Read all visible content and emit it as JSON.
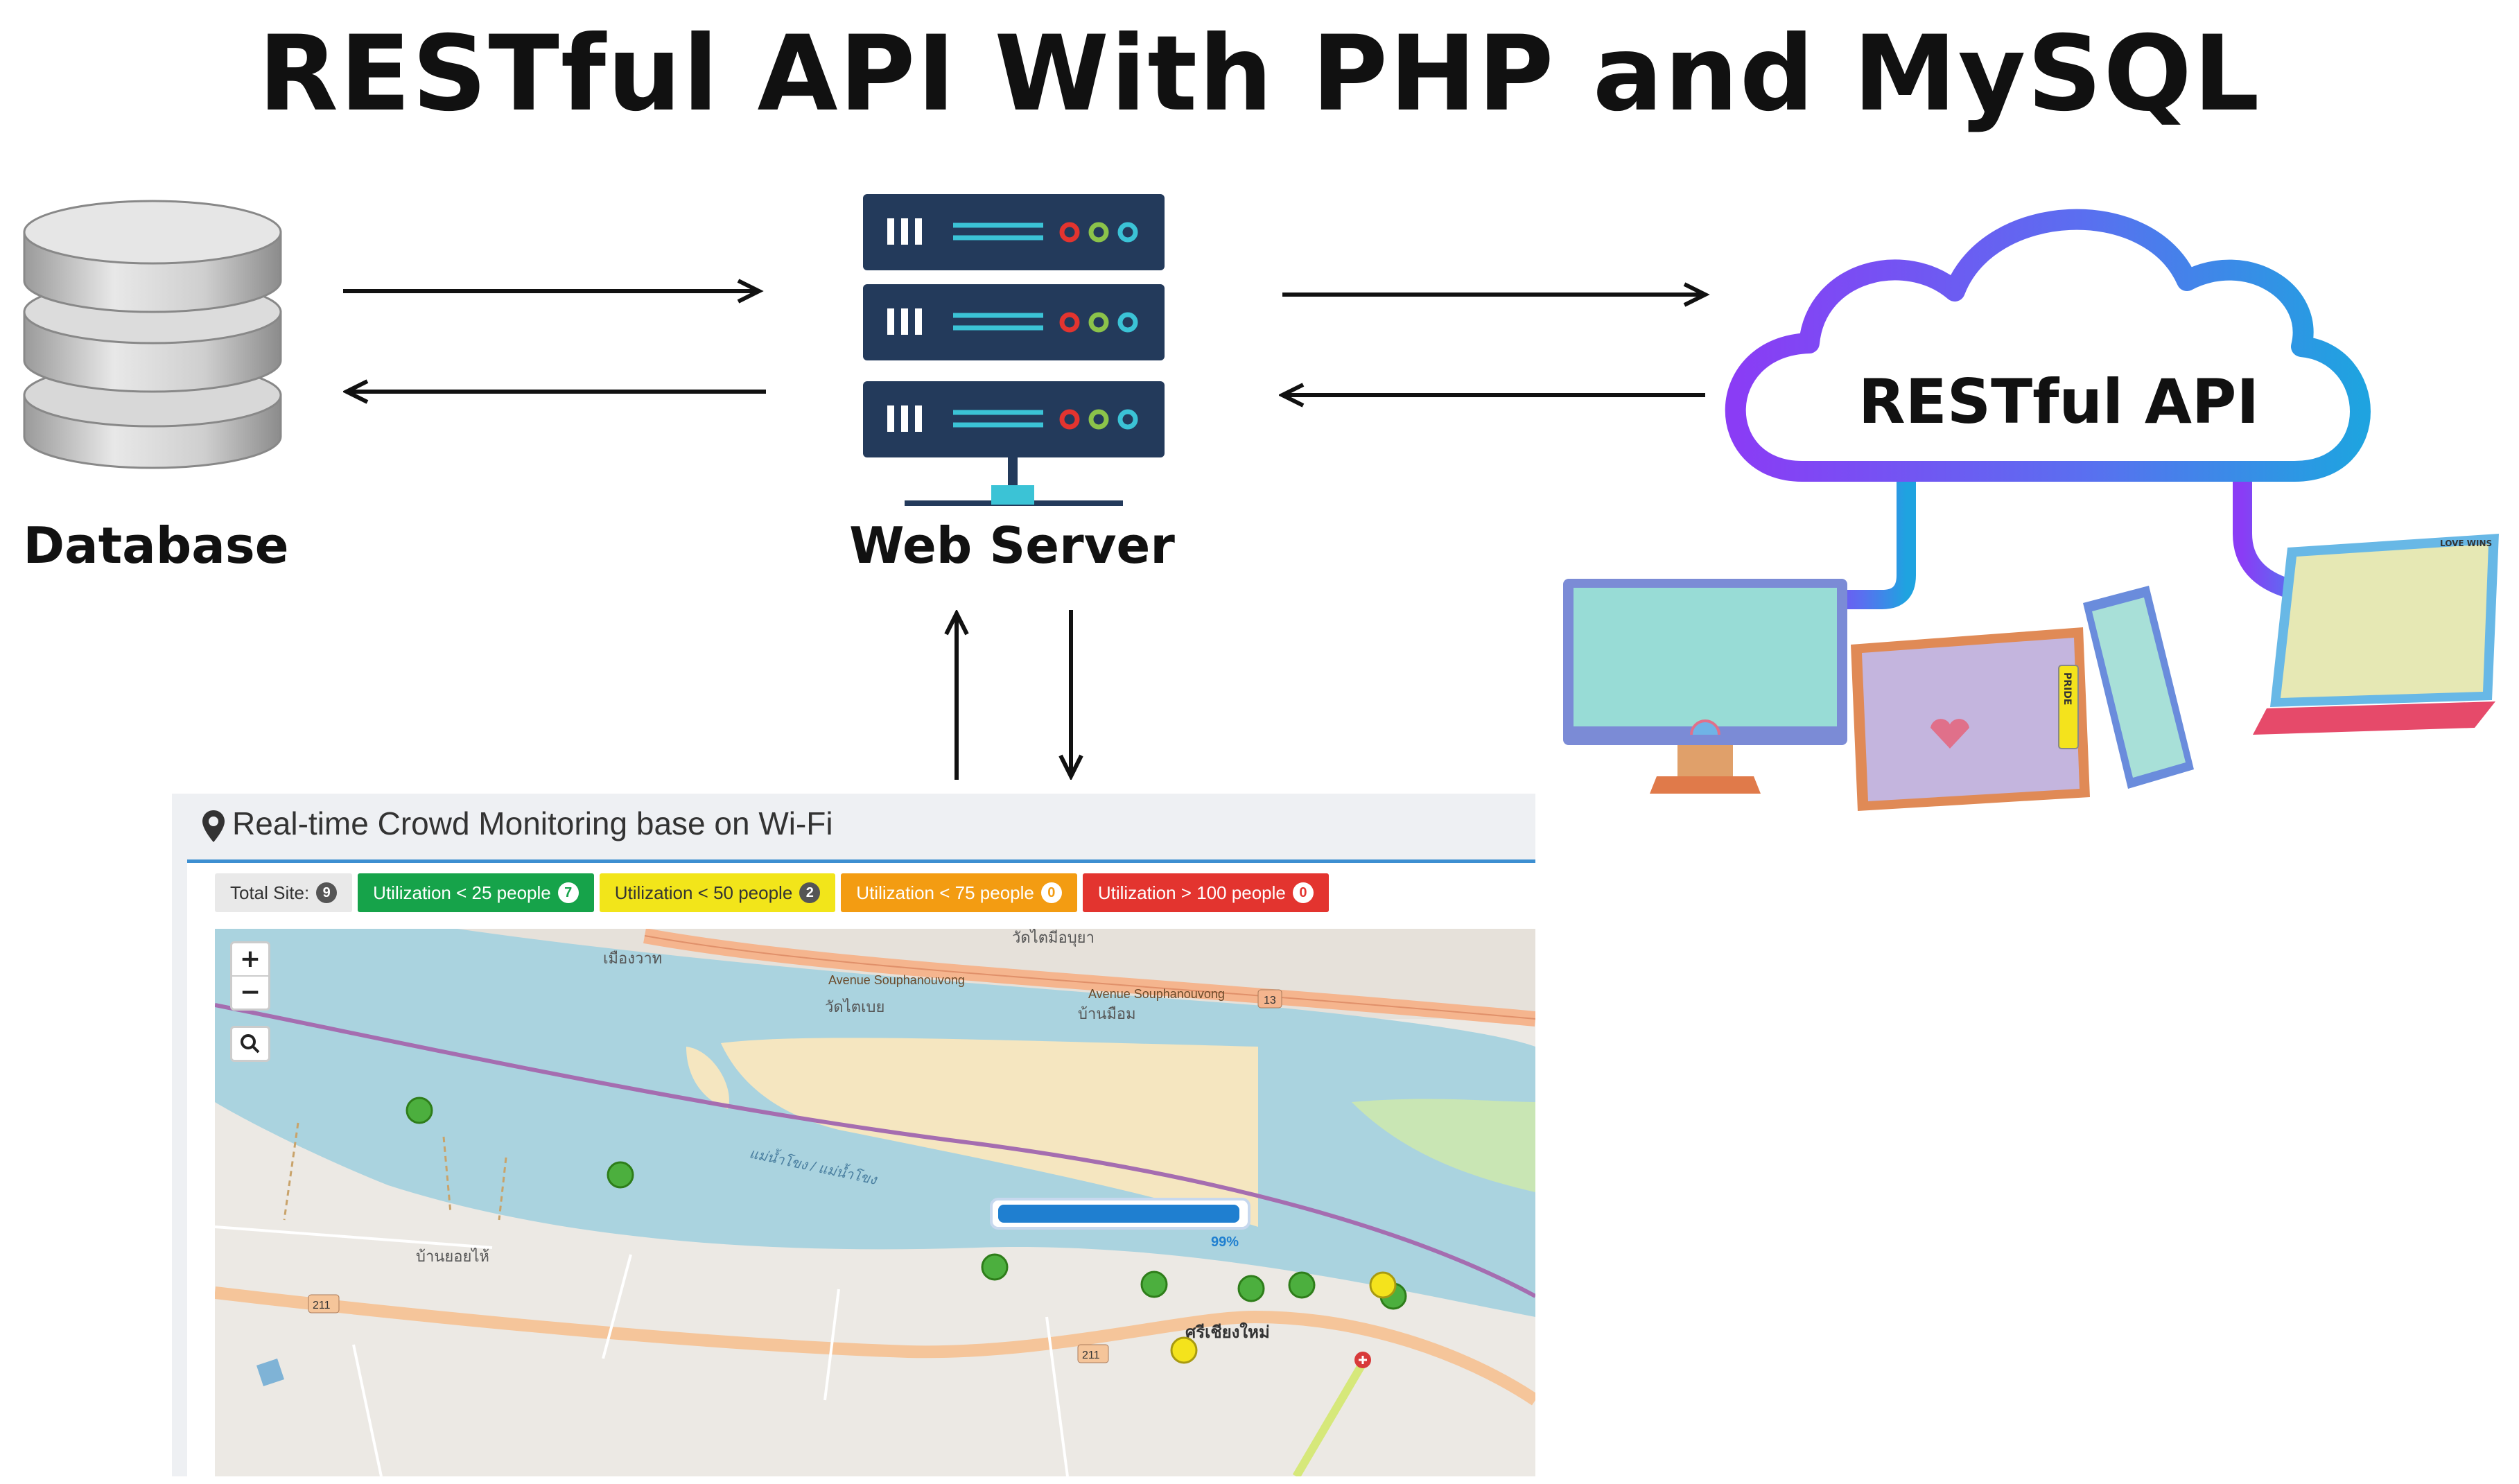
{
  "title": "RESTful API With PHP and MySQL",
  "nodes": {
    "database": "Database",
    "web_server": "Web Server",
    "cloud": "RESTful API"
  },
  "device_texts": {
    "laptop_sticker": "LOVE WINS",
    "tablet_tag": "PRIDE"
  },
  "monitor": {
    "title": "Real-time Crowd Monitoring base on Wi-Fi",
    "badges": [
      {
        "label": "Total Site:",
        "count": "9",
        "bg": "#e9e9e9",
        "fg": "#333333",
        "count_bg": "#555555",
        "count_fg": "#ffffff"
      },
      {
        "label": "Utilization < 25 people",
        "count": "7",
        "bg": "#16a34a",
        "fg": "#ffffff",
        "count_bg": "#ffffff",
        "count_fg": "#16a34a"
      },
      {
        "label": "Utilization < 50 people",
        "count": "2",
        "bg": "#f2e51a",
        "fg": "#333333",
        "count_bg": "#555555",
        "count_fg": "#ffffff"
      },
      {
        "label": "Utilization < 75 people",
        "count": "0",
        "bg": "#f39c12",
        "fg": "#ffffff",
        "count_bg": "#ffffff",
        "count_fg": "#f39c12"
      },
      {
        "label": "Utilization > 100 people",
        "count": "0",
        "bg": "#e3342f",
        "fg": "#ffffff",
        "count_bg": "#ffffff",
        "count_fg": "#e3342f"
      }
    ],
    "map": {
      "zoom_in": "+",
      "zoom_out": "−",
      "progress_percent": 99,
      "progress_label": "99%",
      "road_number": "211",
      "road_route_13": "13",
      "places": [
        "เมืองวาท",
        "Avenue Souphanouvong",
        "Avenue Souphanouvong",
        "วัดไตมีอบุยา",
        "วัดไตเบย",
        "บ้านยอยไห้",
        "ศรีเชียงใหม่",
        "แม่น้ำโขง / แม่น้ำโขง",
        "บ้านมือม"
      ]
    }
  },
  "colors": {
    "dark_server": "#233a5b",
    "cloud_grad_start": "#8a3cf5",
    "cloud_grad_end": "#1fa3e0",
    "river": "#aad3df",
    "road": "#f5b58e",
    "marker_green": "#4caf3e",
    "marker_yellow": "#f4e31c"
  }
}
